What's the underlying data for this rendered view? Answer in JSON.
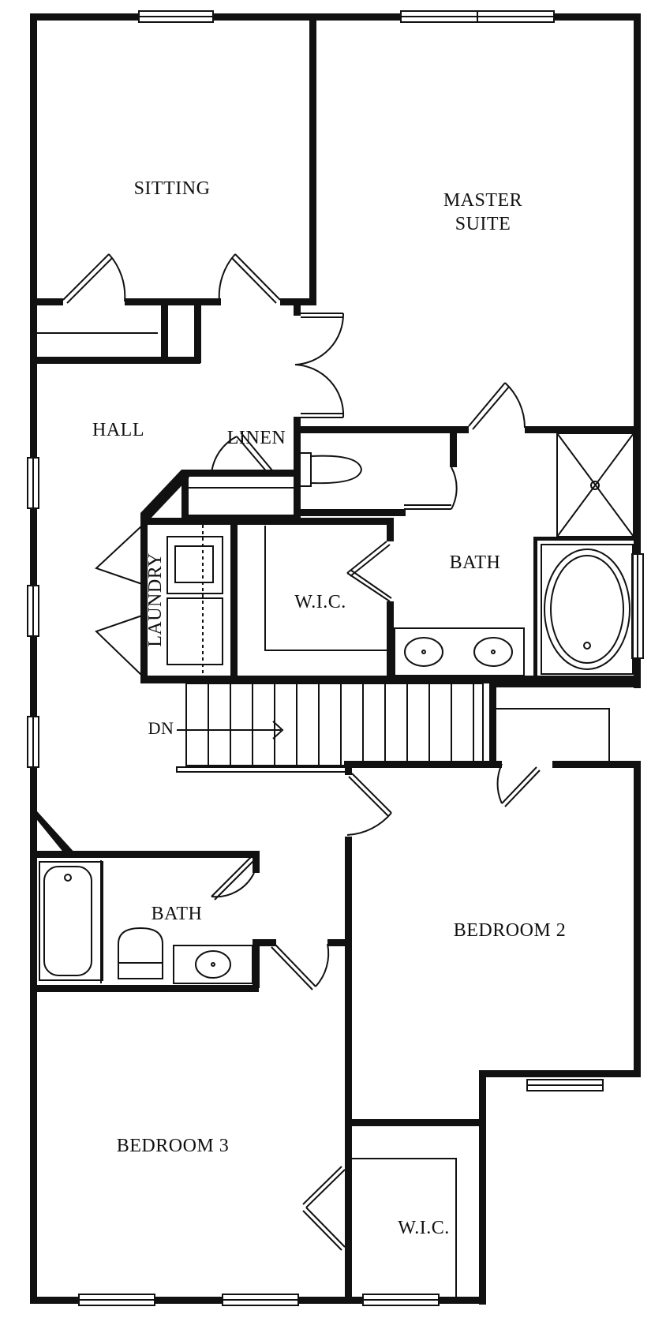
{
  "rooms": {
    "sitting": "SITTING",
    "master_line1": "MASTER",
    "master_line2": "SUITE",
    "hall": "HALL",
    "linen": "LINEN",
    "laundry": "LAUNDRY",
    "wic_master": "W.I.C.",
    "bath_master": "BATH",
    "stair_dn": "DN",
    "bath_hall": "BATH",
    "bedroom2": "BEDROOM 2",
    "bedroom3": "BEDROOM 3",
    "wic_bed3": "W.I.C."
  },
  "colors": {
    "wall": "#111111",
    "background": "#ffffff"
  }
}
